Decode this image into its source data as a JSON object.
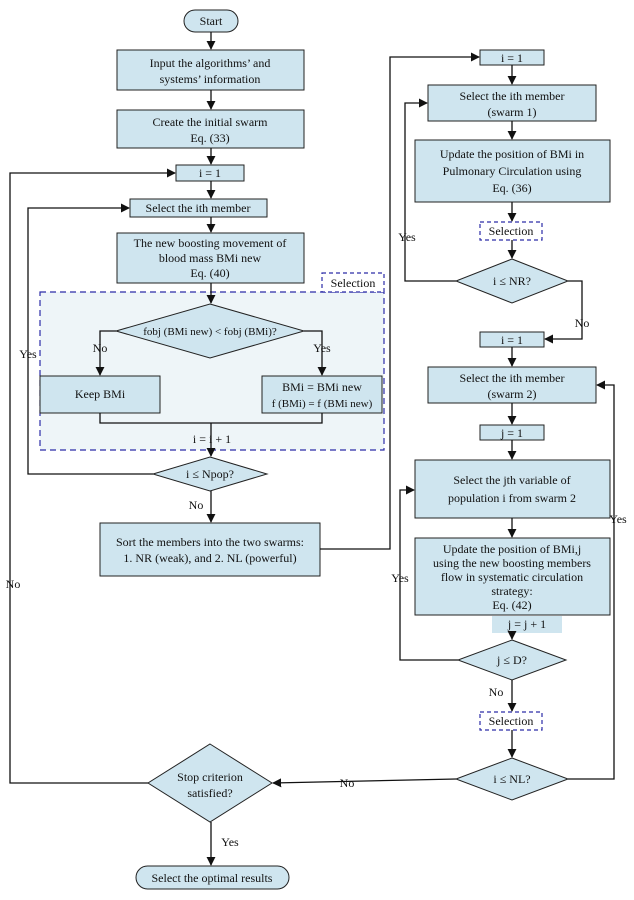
{
  "start": "Start",
  "input_l1": "Input the algorithms’ and",
  "input_l2": "systems’ information",
  "create_l1": "Create the initial swarm",
  "create_l2": "Eq. (33)",
  "i1_left": "i = 1",
  "select_ith": "Select the ith member",
  "boost_l1": "The new boosting movement of",
  "boost_l2": "blood mass BMi new",
  "boost_l3": "Eq. (40)",
  "selection": "Selection",
  "cond_fobj": "fobj (BMi new) < fobj (BMi)?",
  "no": "No",
  "yes": "Yes",
  "keep": "Keep BMi",
  "assign_l1": "BMi = BMi new",
  "assign_l2": "f (BMi) = f (BMi new)",
  "i_inc": "i = i + 1",
  "cond_npop": "i ≤ Npop?",
  "sort_l1": "Sort the members into the two swarms:",
  "sort_l2": "1. NR (weak), and 2. NL (powerful)",
  "i1_r1": "i = 1",
  "sel_sw1_l1": "Select the ith member",
  "sel_sw1_l2": "(swarm 1)",
  "update_pulm_l1": "Update the position of BMi in",
  "update_pulm_l2": "Pulmonary Circulation using",
  "update_pulm_l3": "Eq. (36)",
  "cond_nr": "i ≤ NR?",
  "i1_r2": "i = 1",
  "sel_sw2_l1": "Select the ith member",
  "sel_sw2_l2": "(swarm 2)",
  "j1": "j = 1",
  "sel_j_l1": "Select the jth variable of",
  "sel_j_l2": "population i from swarm 2",
  "upd_sys_l1": "Update the position of BMi,j",
  "upd_sys_l2": "using the new boosting members",
  "upd_sys_l3": "flow in systematic circulation",
  "upd_sys_l4": "strategy:",
  "upd_sys_l5": "Eq. (42)",
  "j_inc": "j = j + 1",
  "cond_d": "j ≤ D?",
  "cond_nl": "i ≤ NL?",
  "stop_l1": "Stop criterion",
  "stop_l2": "satisfied?",
  "final": "Select the optimal results"
}
